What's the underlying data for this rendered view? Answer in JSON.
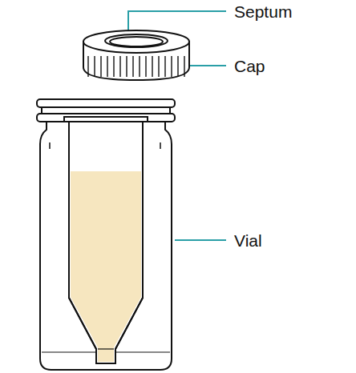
{
  "diagram": {
    "labels": [
      "Septum",
      "Cap",
      "Vial"
    ]
  }
}
